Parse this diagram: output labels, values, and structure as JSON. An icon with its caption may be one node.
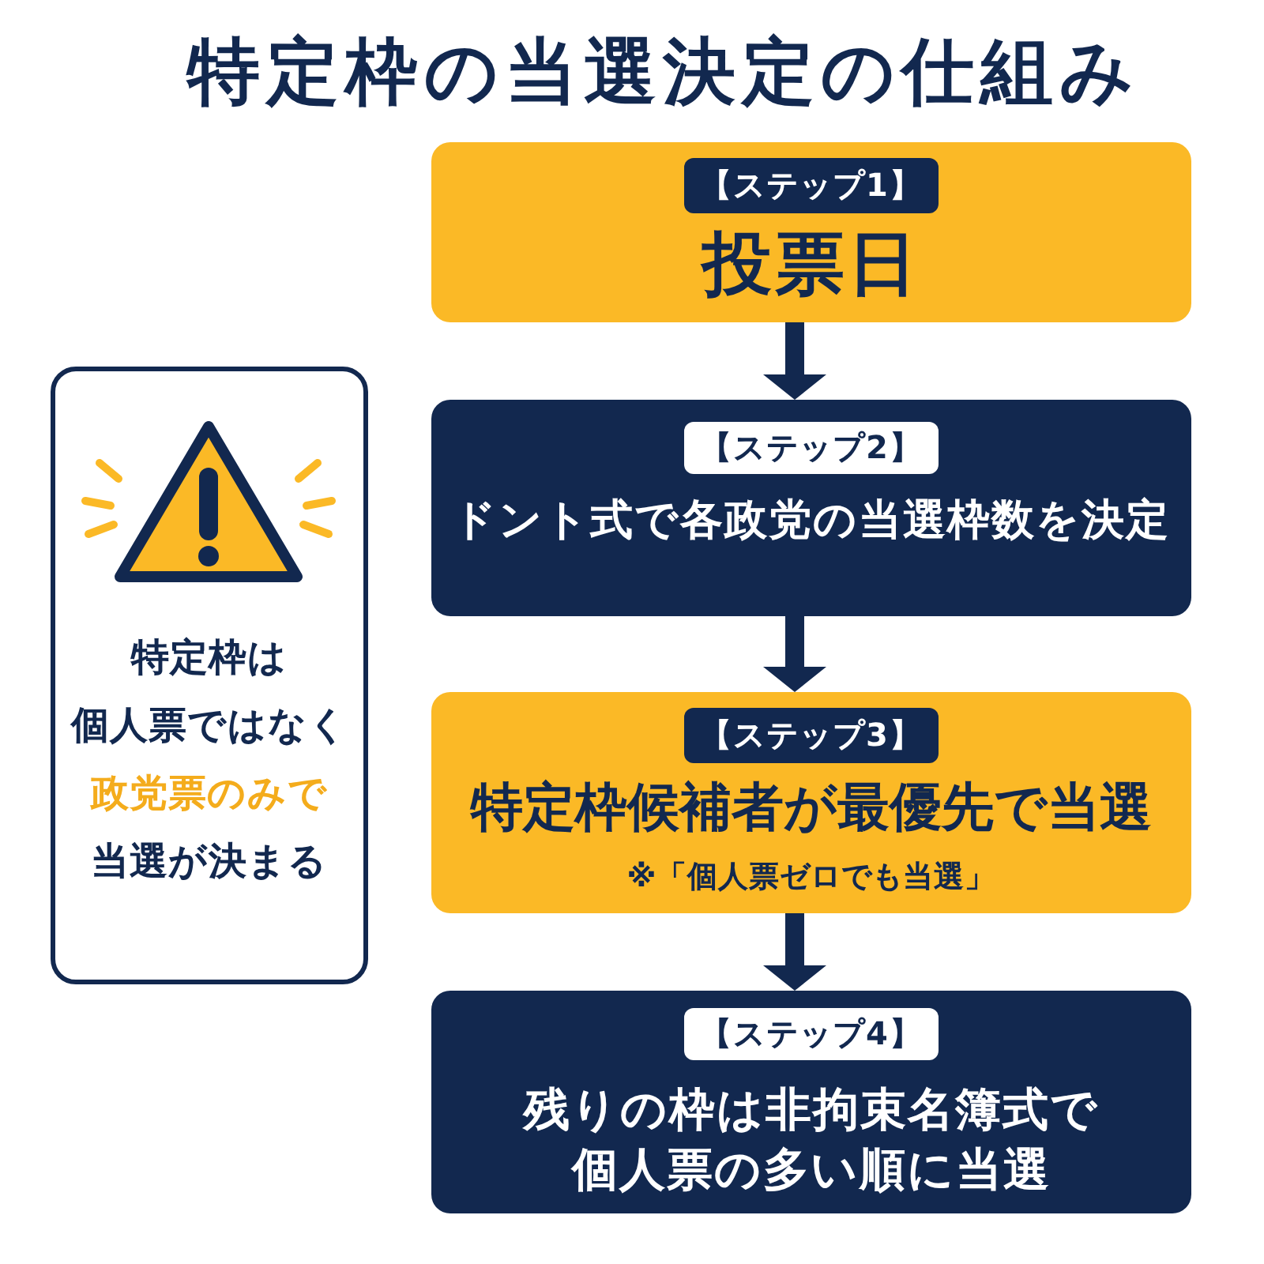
{
  "diagram": {
    "title": "特定枠の当選決定の仕組み",
    "nodes": [
      {
        "text": [
          "【ステップ1】",
          "投票日"
        ]
      },
      {
        "text": [
          "【ステップ2】",
          "ドント式で各政党の当選枠数を決定"
        ]
      },
      {
        "text": [
          "【ステップ3】",
          "特定枠候補者が最優先で当選",
          "※「個人票ゼロでも当選」"
        ]
      },
      {
        "text": [
          "【ステップ4】",
          "残りの枠は非拘束名簿式で個人票の多い順に当選"
        ]
      },
      {
        "text": [
          "特定枠は個人票ではなく**政党票のみで**当選が決まる"
        ]
      }
    ],
    "edges": [
      {
        "from": 0,
        "to": 1,
        "arrow": "to"
      },
      {
        "from": 1,
        "to": 2,
        "arrow": "to"
      },
      {
        "from": 2,
        "to": 3,
        "arrow": "to"
      }
    ]
  }
}
